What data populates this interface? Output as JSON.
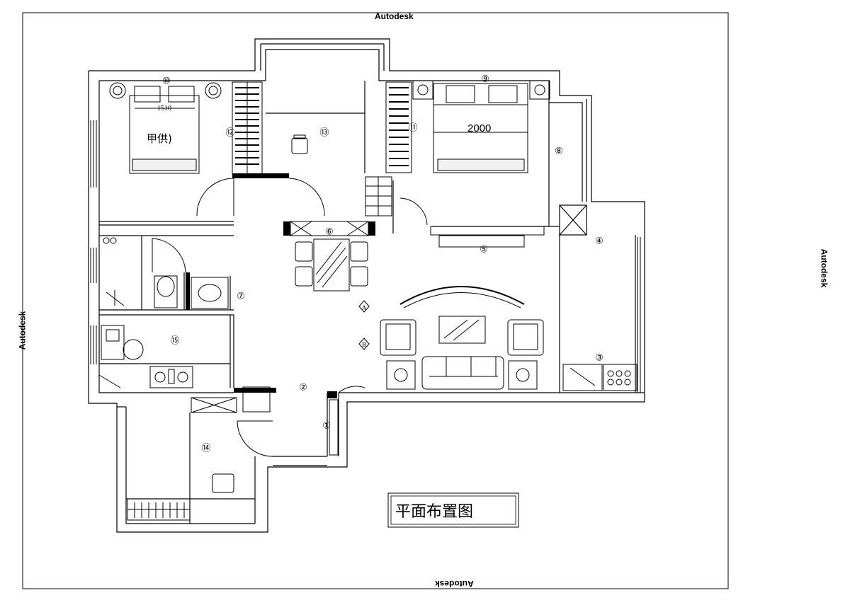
{
  "watermarks": {
    "top": "Autodesk",
    "bottom": "Autodesk",
    "left": "Autodesk",
    "right": "Autodesk"
  },
  "title": "平面布置图",
  "bed_widths": {
    "left": "1510",
    "right": "2000"
  },
  "left_bedroom_note": "甲供)",
  "room_numbers": [
    "①",
    "②",
    "③",
    "④",
    "⑤",
    "⑥",
    "⑦",
    "⑧",
    "⑨",
    "⑩",
    "⑪",
    "⑫",
    "⑬",
    "⑭",
    "⑮"
  ],
  "section_markers": {
    "a": "A",
    "b": "B"
  }
}
